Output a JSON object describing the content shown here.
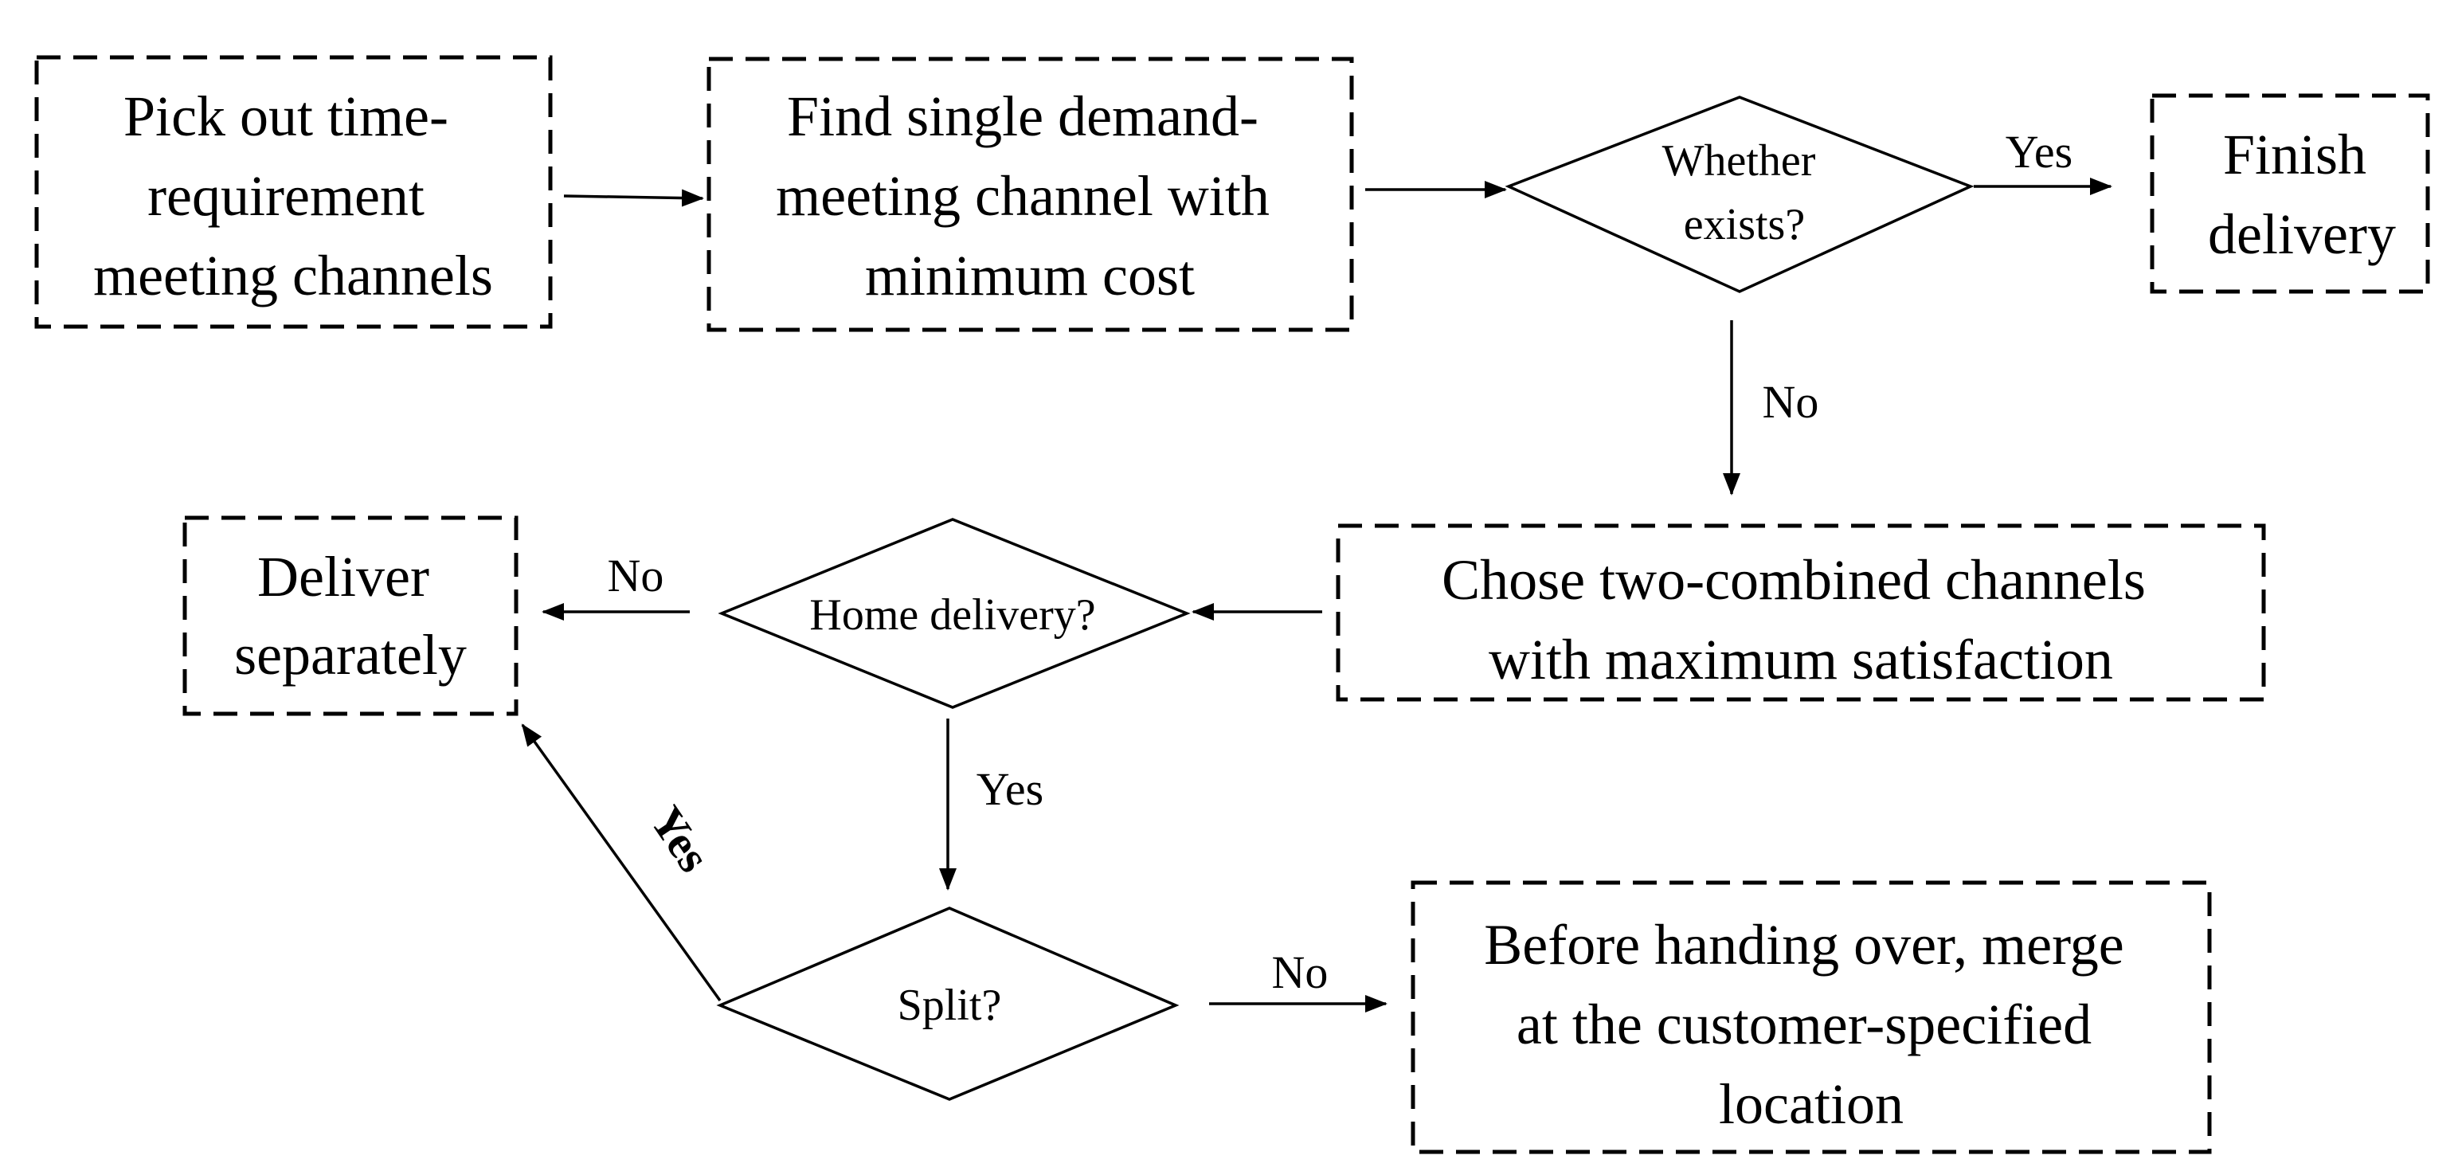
{
  "nodes": {
    "pick_channels": {
      "lines": [
        "Pick out time-",
        "requirement",
        "meeting channels"
      ]
    },
    "find_single": {
      "lines": [
        "Find single demand-",
        "meeting channel with",
        "minimum cost"
      ]
    },
    "whether_exists": {
      "lines": [
        "Whether",
        "exists?"
      ]
    },
    "finish_delivery": {
      "lines": [
        "Finish",
        "delivery"
      ]
    },
    "chose_two": {
      "lines": [
        "Chose two-combined channels",
        "with maximum satisfaction"
      ]
    },
    "home_delivery": {
      "lines": [
        "Home delivery?"
      ]
    },
    "deliver_separately": {
      "lines": [
        "Deliver",
        "separately"
      ]
    },
    "split": {
      "lines": [
        "Split?"
      ]
    },
    "merge_location": {
      "lines": [
        "Before handing over, merge",
        "at the customer-specified",
        "location"
      ]
    }
  },
  "edge_labels": {
    "exists_yes": "Yes",
    "exists_no": "No",
    "home_no": "No",
    "home_yes": "Yes",
    "split_no": "No",
    "split_yes": "Yes"
  }
}
